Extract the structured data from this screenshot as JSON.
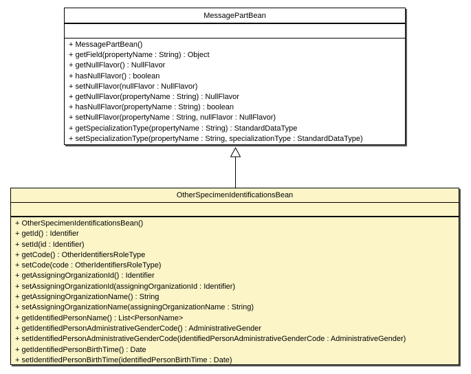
{
  "diagram": {
    "kind": "uml-class-diagram",
    "background_color": "#ffffff",
    "classes": [
      {
        "name": "MessagePartBean",
        "fill_color": "#ffffff",
        "border_color": "#000000",
        "attributes": [],
        "methods": [
          "+ MessagePartBean()",
          "+ getField(propertyName : String) : Object",
          "+ getNullFlavor() : NullFlavor",
          "+ hasNullFlavor() : boolean",
          "+ setNullFlavor(nullFlavor : NullFlavor)",
          "+ getNullFlavor(propertyName : String) : NullFlavor",
          "+ hasNullFlavor(propertyName : String) : boolean",
          "+ setNullFlavor(propertyName : String, nullFlavor : NullFlavor)",
          "+ getSpecializationType(propertyName : String) : StandardDataType",
          "+ setSpecializationType(propertyName : String, specializationType : StandardDataType)"
        ]
      },
      {
        "name": "OtherSpecimenIdentificationsBean",
        "fill_color": "#fbf5c8",
        "border_color": "#000000",
        "attributes": [],
        "methods": [
          "+ OtherSpecimenIdentificationsBean()",
          "+ getId() : Identifier",
          "+ setId(id : Identifier)",
          "+ getCode() : OtherIdentifiersRoleType",
          "+ setCode(code : OtherIdentifiersRoleType)",
          "+ getAssigningOrganizationId() : Identifier",
          "+ setAssigningOrganizationId(assigningOrganizationId : Identifier)",
          "+ getAssigningOrganizationName() : String",
          "+ setAssigningOrganizationName(assigningOrganizationName : String)",
          "+ getIdentifiedPersonName() : List<PersonName>",
          "+ getIdentifiedPersonAdministrativeGenderCode() : AdministrativeGender",
          "+ setIdentifiedPersonAdministrativeGenderCode(identifiedPersonAdministrativeGenderCode : AdministrativeGender)",
          "+ getIdentifiedPersonBirthTime() : Date",
          "+ setIdentifiedPersonBirthTime(identifiedPersonBirthTime : Date)"
        ]
      }
    ],
    "relationships": [
      {
        "type": "generalization",
        "from": "OtherSpecimenIdentificationsBean",
        "to": "MessagePartBean"
      }
    ]
  }
}
